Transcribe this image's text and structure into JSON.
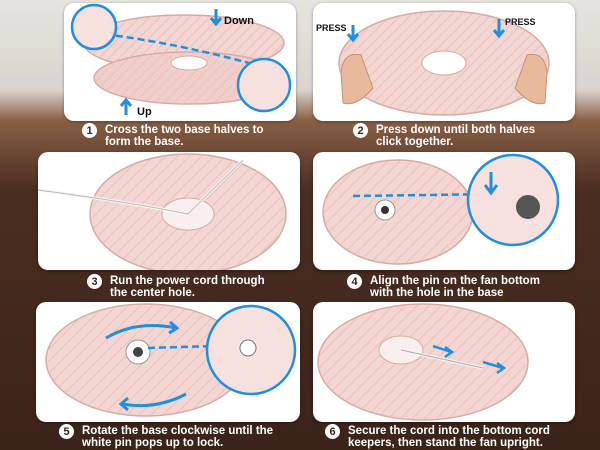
{
  "steps": [
    {
      "number": "1",
      "text": "Cross the two base halves to\nform the base.",
      "labels": {
        "down": "Down",
        "up": "Up"
      }
    },
    {
      "number": "2",
      "text": "Press down until both halves\nclick together.",
      "labels": {
        "press_left": "PRESS",
        "press_right": "PRESS"
      }
    },
    {
      "number": "3",
      "text": "Run the power cord through\nthe center hole."
    },
    {
      "number": "4",
      "text": "Align the pin on the fan bottom\nwith the hole in the base"
    },
    {
      "number": "5",
      "text": "Rotate the base clockwise until the\nwhite pin pops up to lock."
    },
    {
      "number": "6",
      "text": "Secure the cord into the bottom cord\nkeepers, then stand the fan upright."
    }
  ],
  "colors": {
    "accent": "#1f8fe0",
    "base_pink": "#f3d6d2",
    "background": "#3c2319"
  }
}
